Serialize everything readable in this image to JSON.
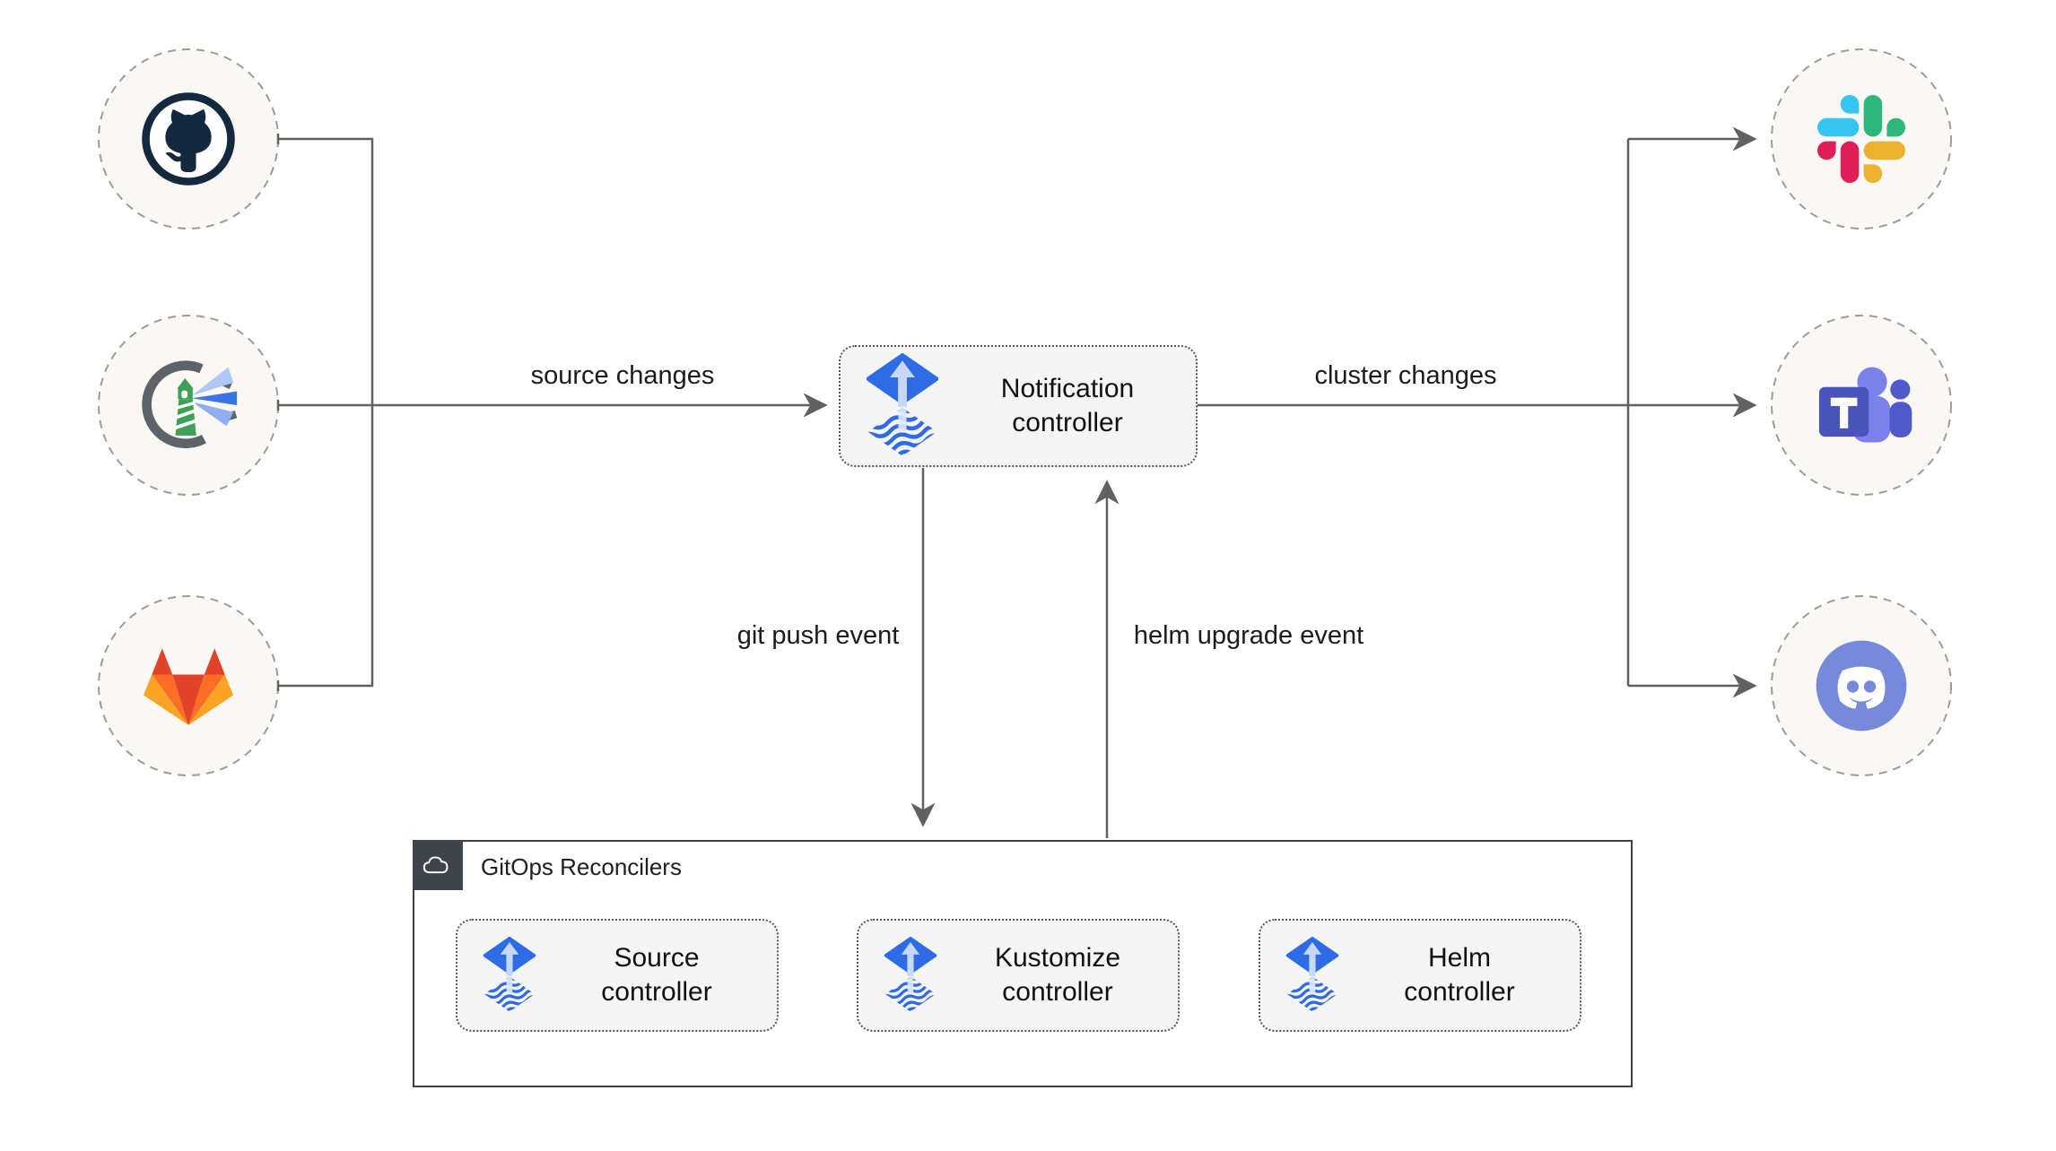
{
  "edges": {
    "source_changes": "source changes",
    "cluster_changes": "cluster changes",
    "git_push": "git push event",
    "helm_upgrade": "helm upgrade event"
  },
  "controllers": {
    "notification": {
      "line1": "Notification",
      "line2": "controller"
    },
    "source": {
      "line1": "Source",
      "line2": "controller"
    },
    "kustomize": {
      "line1": "Kustomize",
      "line2": "controller"
    },
    "helm": {
      "line1": "Helm",
      "line2": "controller"
    }
  },
  "container": {
    "title": "GitOps Reconcilers"
  },
  "nodes": {
    "sources": [
      "github-icon",
      "harbor-icon",
      "gitlab-icon"
    ],
    "targets": [
      "slack-icon",
      "microsoft-teams-icon",
      "discord-icon"
    ],
    "controller_icon": "flux-icon",
    "container_badge_icon": "cloud-icon"
  },
  "colors": {
    "flux_blue": "#2F6BE4",
    "flux_arrow_light": "#C7D8F7",
    "connector_gray": "#616161",
    "node_fill": "#F9F8F5",
    "node_border": "#9C9C9C",
    "box_fill": "#F5F5F5",
    "box_border": "#575757",
    "container_border": "#3F3F3F",
    "badge_bg": "#3F444A",
    "github_navy": "#14293E",
    "harbor_gray": "#5E6369",
    "harbor_green": "#3DA256",
    "gitlab_red": "#E24329",
    "gitlab_orange": "#FC6D26",
    "gitlab_yellow": "#FCA326",
    "slack_blue": "#36C5F0",
    "slack_green": "#2EB67D",
    "slack_pink": "#E01E5A",
    "slack_yellow": "#ECB22E",
    "teams_indigo": "#4B53BC",
    "teams_light": "#7B83EB",
    "teams_mid": "#5059C9",
    "discord_blurple": "#7789DA"
  }
}
